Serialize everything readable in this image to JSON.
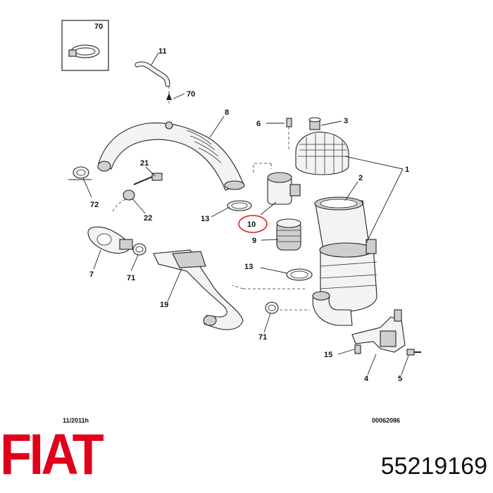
{
  "callouts": [
    {
      "id": "70",
      "text": "70"
    },
    {
      "id": "11",
      "text": "11"
    },
    {
      "id": "70b",
      "text": "70"
    },
    {
      "id": "8",
      "text": "8"
    },
    {
      "id": "6",
      "text": "6"
    },
    {
      "id": "3",
      "text": "3"
    },
    {
      "id": "1",
      "text": "1"
    },
    {
      "id": "2",
      "text": "2"
    },
    {
      "id": "21",
      "text": "21"
    },
    {
      "id": "72",
      "text": "72"
    },
    {
      "id": "22",
      "text": "22"
    },
    {
      "id": "13",
      "text": "13"
    },
    {
      "id": "10",
      "text": "10"
    },
    {
      "id": "9",
      "text": "9"
    },
    {
      "id": "7",
      "text": "7"
    },
    {
      "id": "71",
      "text": "71"
    },
    {
      "id": "13b",
      "text": "13"
    },
    {
      "id": "19",
      "text": "19"
    },
    {
      "id": "71b",
      "text": "71"
    },
    {
      "id": "15",
      "text": "15"
    },
    {
      "id": "4",
      "text": "4"
    },
    {
      "id": "5",
      "text": "5"
    }
  ],
  "highlight_color": "#d42020",
  "footer": {
    "date_code": "11/2011h",
    "ref_code": "00062086"
  },
  "brand": {
    "logo_text": "FIAT",
    "color": "#e0001b"
  },
  "part_number": "55219169"
}
